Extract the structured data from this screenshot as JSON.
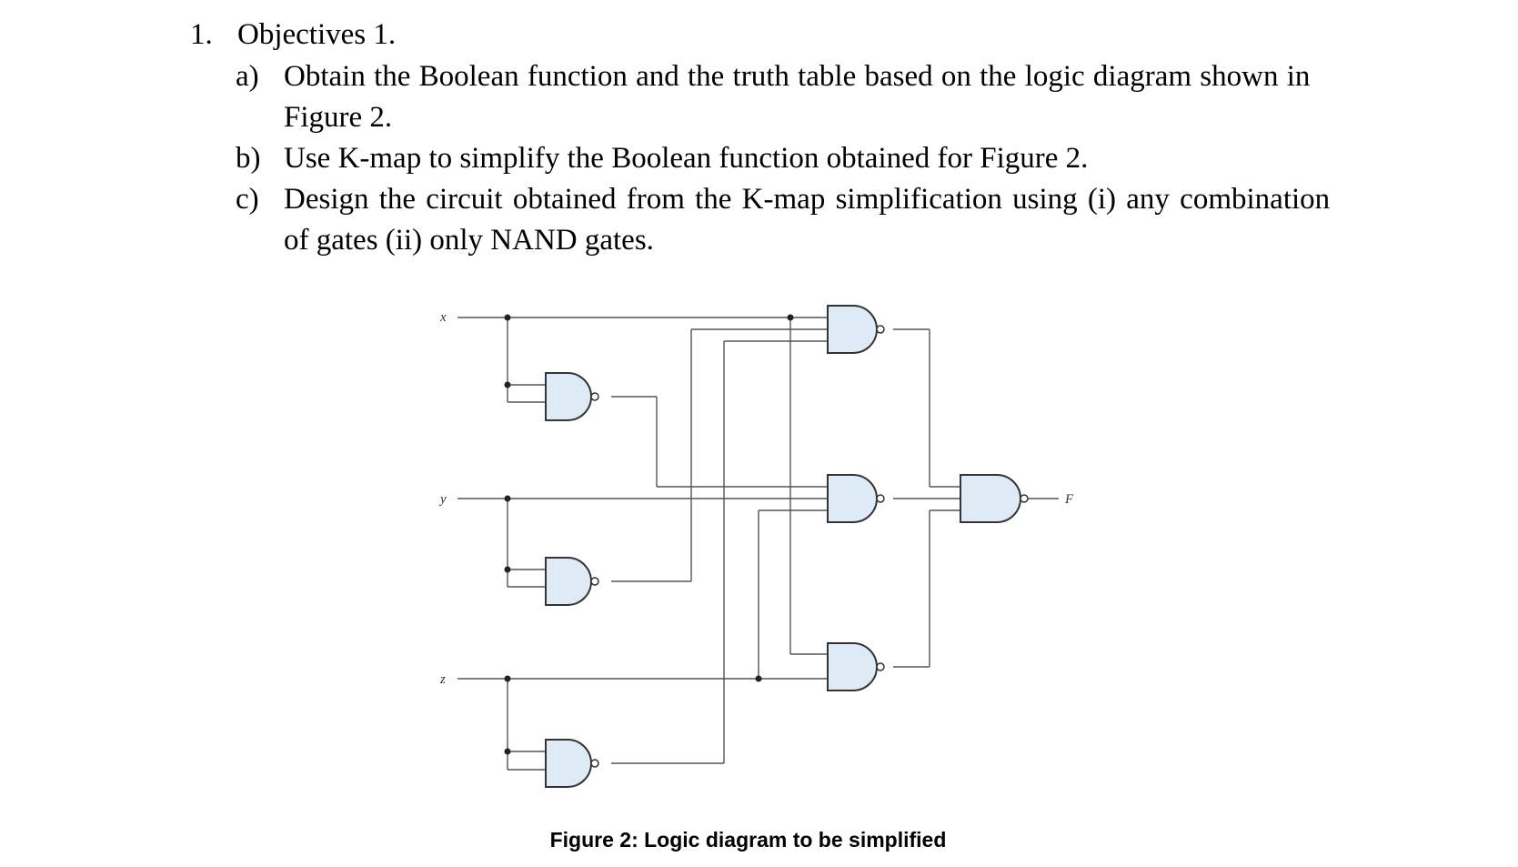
{
  "question": {
    "number": "1.",
    "title": "Objectives 1.",
    "items": [
      {
        "marker": "a)",
        "lines": [
          "Obtain the Boolean function and the truth table based on the logic diagram shown in",
          "Figure 2."
        ]
      },
      {
        "marker": "b)",
        "lines": [
          "Use K-map to simplify the Boolean function obtained for Figure 2."
        ]
      },
      {
        "marker": "c)",
        "lines": [
          "Design the circuit obtained from the K-map simplification using (i) any combination",
          "of gates (ii) only NAND gates."
        ]
      }
    ]
  },
  "diagram": {
    "inputs": [
      "x",
      "y",
      "z"
    ],
    "output": "F",
    "gate_type": "NAND",
    "gate_color": "#deebf7",
    "caption": "Figure 2:  Logic diagram to be simplified"
  }
}
